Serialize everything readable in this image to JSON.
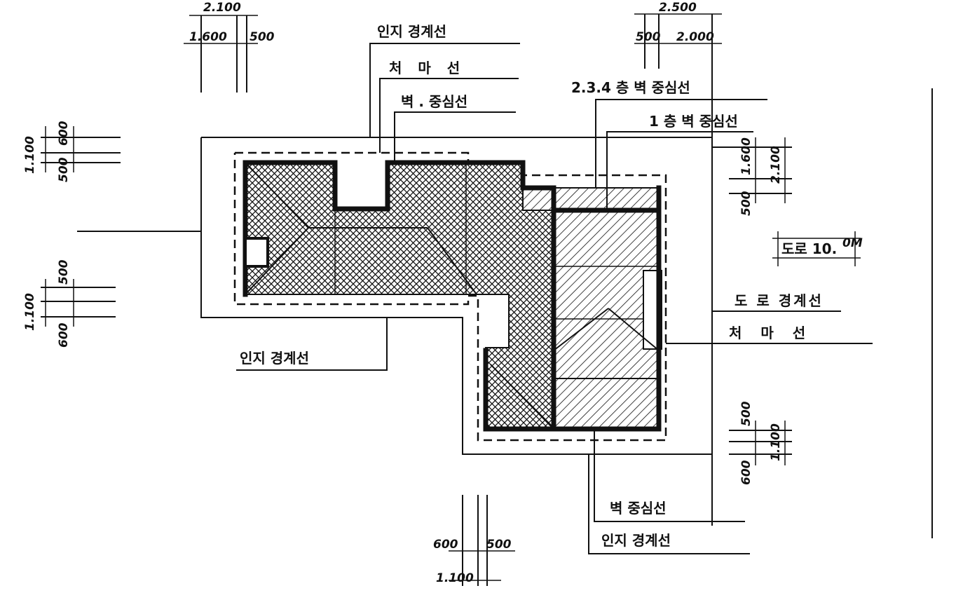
{
  "labels": {
    "site_boundary_top": "인지 경계선",
    "eaves_line_top": "처 마 선",
    "wall_center_top": "벽 . 중심선",
    "floors_234_wall": "2.3.4 층 벽 중심선",
    "floor1_wall": "1 층 벽 중심선",
    "road_width": "도로 10.",
    "road_width_unit": "0M",
    "road_boundary": "도 로 경계선",
    "eaves_line_right": "처 마 선",
    "site_boundary_left": "인지 경계선",
    "wall_center_bottom": "벽 중심선",
    "site_boundary_bottom": "인지 경계선"
  },
  "dimensions": {
    "top_left_total": "2.100",
    "top_left_a": "1.600",
    "top_left_b": "500",
    "top_right_total": "2.500",
    "top_right_a": "500",
    "top_right_b": "2.000",
    "left_upper_total": "1.100",
    "left_upper_a": "600",
    "left_upper_b": "500",
    "left_lower_a": "500",
    "left_lower_total": "1.100",
    "left_lower_b": "600",
    "right_upper_a": "1.600",
    "right_upper_total": "2.100",
    "right_upper_b": "500",
    "right_lower_a": "500",
    "right_lower_total": "1.100",
    "right_lower_b": "600",
    "bottom_a": "600",
    "bottom_b": "500",
    "bottom_total": "1.100"
  }
}
